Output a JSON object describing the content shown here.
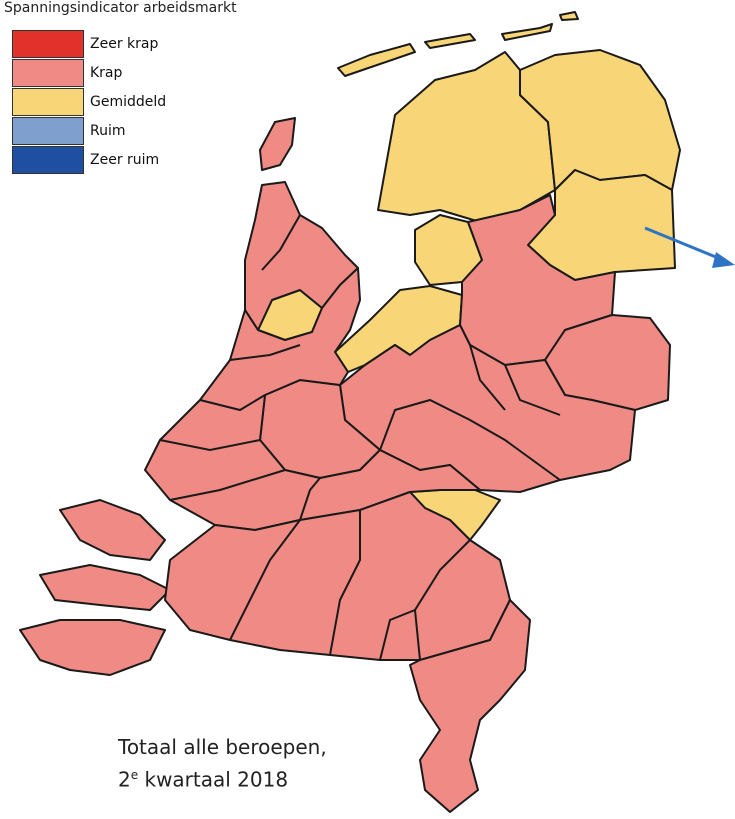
{
  "legend": {
    "title": "Spanningsindicator arbeidsmarkt",
    "items": [
      {
        "label": "Zeer krap",
        "color": "#e0322a"
      },
      {
        "label": "Krap",
        "color": "#ef8a84"
      },
      {
        "label": "Gemiddeld",
        "color": "#f8d576"
      },
      {
        "label": "Ruim",
        "color": "#7f9fcd"
      },
      {
        "label": "Zeer ruim",
        "color": "#1f4fa0"
      }
    ]
  },
  "caption": {
    "line1": "Totaal alle beroepen,",
    "ordinal": "2",
    "ordinal_suffix": "e",
    "line2_rest": " kwartaal 2018"
  },
  "map": {
    "regions": [
      {
        "name": "noord-holland-noord",
        "category": "Krap"
      },
      {
        "name": "texel",
        "category": "Krap"
      },
      {
        "name": "friesland",
        "category": "Gemiddeld"
      },
      {
        "name": "groningen",
        "category": "Gemiddeld"
      },
      {
        "name": "drenthe",
        "category": "Gemiddeld"
      },
      {
        "name": "flevoland-noord",
        "category": "Gemiddeld"
      },
      {
        "name": "flevoland-zuid",
        "category": "Gemiddeld"
      },
      {
        "name": "zaanstreek-waterland",
        "category": "Gemiddeld"
      },
      {
        "name": "overijssel",
        "category": "Krap"
      },
      {
        "name": "twente",
        "category": "Krap"
      },
      {
        "name": "gelderland",
        "category": "Krap"
      },
      {
        "name": "utrecht",
        "category": "Krap"
      },
      {
        "name": "zuid-holland",
        "category": "Krap"
      },
      {
        "name": "zeeland",
        "category": "Krap"
      },
      {
        "name": "noord-brabant",
        "category": "Krap"
      },
      {
        "name": "rijk-van-nijmegen",
        "category": "Gemiddeld"
      },
      {
        "name": "limburg",
        "category": "Krap"
      },
      {
        "name": "wadden-islands",
        "category": "Gemiddeld"
      }
    ],
    "arrow_color": "#2e74c4"
  }
}
